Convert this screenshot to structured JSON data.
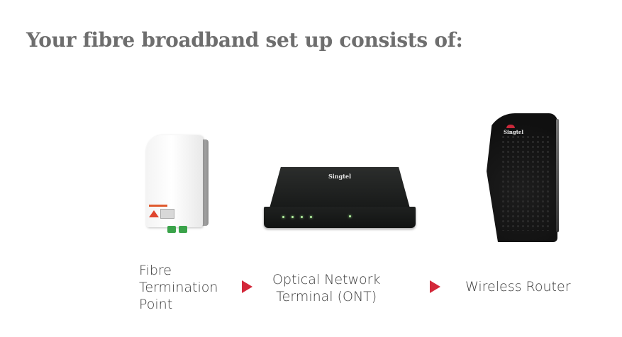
{
  "heading": "Your fibre broadband set up consists of:",
  "devices": [
    {
      "name": "Fibre Termination Point",
      "label_lines": [
        "Fibre",
        "Termination",
        "Point"
      ],
      "image": "white-wall-mounted-fibre-termination-box"
    },
    {
      "name": "Optical Network Terminal (ONT)",
      "label_lines": [
        "Optical Network",
        "Terminal (ONT)"
      ],
      "image": "black-ont-device",
      "brand": "Singtel"
    },
    {
      "name": "Wireless Router",
      "label_lines": [
        "Wireless Router"
      ],
      "image": "black-vertical-router",
      "brand": "Singtel"
    }
  ],
  "arrows": [
    {
      "icon": "play-arrow-icon",
      "color": "#d3283a"
    },
    {
      "icon": "play-arrow-icon",
      "color": "#d3283a"
    }
  ],
  "colors": {
    "heading": "#6e6e6e",
    "label": "#3d3d3d",
    "accent": "#d3283a"
  }
}
